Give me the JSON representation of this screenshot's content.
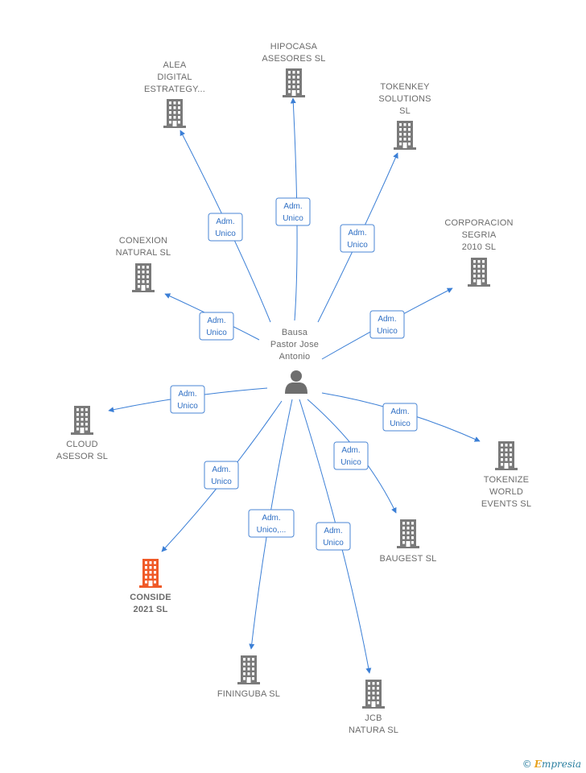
{
  "center": {
    "label_lines": [
      "Bausa",
      "Pastor Jose",
      "Antonio"
    ],
    "icon": "person-icon"
  },
  "colors": {
    "edge": "#3b7fd6",
    "building": "#7a7a7a",
    "building_active": "#f05a28",
    "label": "#6b6b6b"
  },
  "companies": [
    {
      "id": "alea",
      "lines": [
        "ALEA",
        "DIGITAL",
        "ESTRATEGY..."
      ],
      "edge_label": [
        "Adm.",
        "Unico"
      ],
      "active": false
    },
    {
      "id": "hipocasa",
      "lines": [
        "HIPOCASA",
        "ASESORES  SL"
      ],
      "edge_label": [
        "Adm.",
        "Unico"
      ],
      "active": false
    },
    {
      "id": "tokenkey",
      "lines": [
        "TOKENKEY",
        "SOLUTIONS",
        "SL"
      ],
      "edge_label": [
        "Adm.",
        "Unico"
      ],
      "active": false
    },
    {
      "id": "conexion",
      "lines": [
        "CONEXION",
        "NATURAL SL"
      ],
      "edge_label": [
        "Adm.",
        "Unico"
      ],
      "active": false
    },
    {
      "id": "corporacion",
      "lines": [
        "CORPORACION",
        "SEGRIA",
        "2010 SL"
      ],
      "edge_label": [
        "Adm.",
        "Unico"
      ],
      "active": false
    },
    {
      "id": "cloud",
      "lines": [
        "CLOUD",
        "ASESOR  SL"
      ],
      "edge_label": [
        "Adm.",
        "Unico"
      ],
      "active": false
    },
    {
      "id": "tokenize",
      "lines": [
        "TOKENIZE",
        "WORLD",
        "EVENTS  SL"
      ],
      "edge_label": [
        "Adm.",
        "Unico"
      ],
      "active": false
    },
    {
      "id": "baugest",
      "lines": [
        "BAUGEST  SL"
      ],
      "edge_label": [
        "Adm.",
        "Unico"
      ],
      "active": false
    },
    {
      "id": "conside",
      "lines": [
        "CONSIDE",
        "2021  SL"
      ],
      "edge_label": [
        "Adm.",
        "Unico"
      ],
      "active": true
    },
    {
      "id": "fininguba",
      "lines": [
        "FININGUBA SL"
      ],
      "edge_label": [
        "Adm.",
        "Unico,..."
      ],
      "active": false
    },
    {
      "id": "jcb",
      "lines": [
        "JCB",
        "NATURA SL"
      ],
      "edge_label": [
        "Adm.",
        "Unico"
      ],
      "active": false
    }
  ],
  "watermark": {
    "symbol": "©",
    "brand_initial": "E",
    "brand_rest": "mpresia"
  }
}
